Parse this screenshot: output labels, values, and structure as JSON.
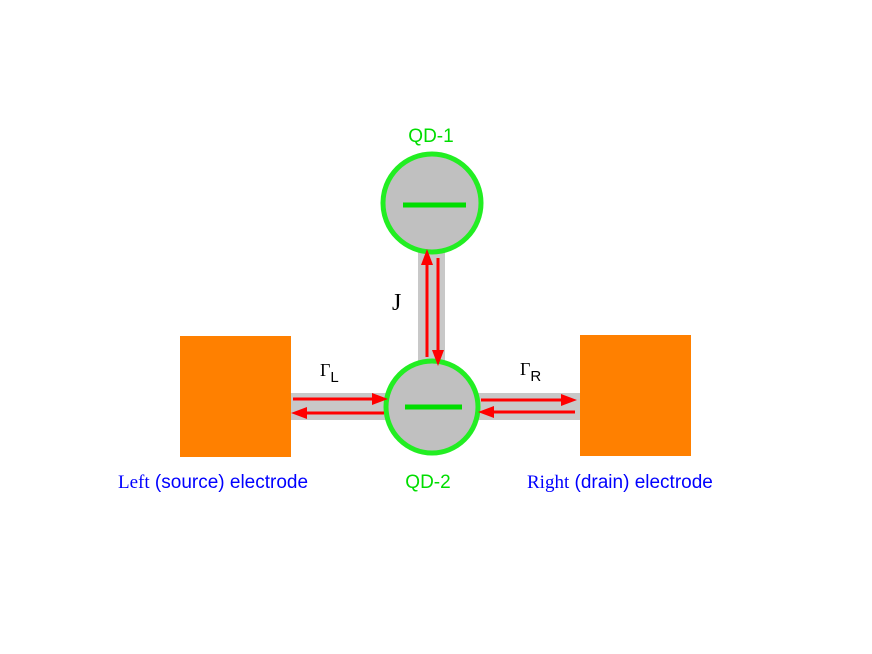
{
  "colors": {
    "electrode": "#ff8000",
    "channel": "#c8c8c8",
    "dot_fill": "#c0c0c0",
    "dot_outline": "#22ee22",
    "level": "#00dd00",
    "arrow": "#ff0000",
    "electrode_label": "#0000ff",
    "dot_label": "#00dd00",
    "symbol": "#000000"
  },
  "labels": {
    "qd1": "QD-1",
    "qd2": "QD-2",
    "coupling": "J",
    "gamma_left_symbol": "Γ",
    "gamma_left_sub": "L",
    "gamma_right_symbol": "Γ",
    "gamma_right_sub": "R",
    "left_electrode_word": "Left",
    "left_electrode_rest": " (source) electrode",
    "right_electrode_word": "Right",
    "right_electrode_rest": " (drain) electrode"
  }
}
